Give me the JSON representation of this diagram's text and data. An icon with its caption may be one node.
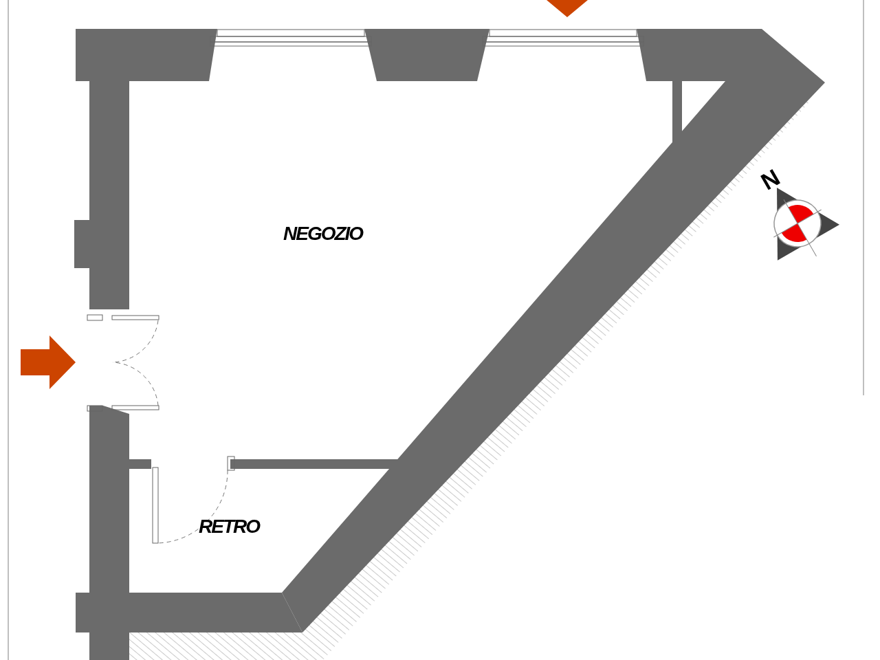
{
  "diagram": {
    "labels": [
      "N",
      "NEGOZIO",
      "RETRO"
    ]
  }
}
